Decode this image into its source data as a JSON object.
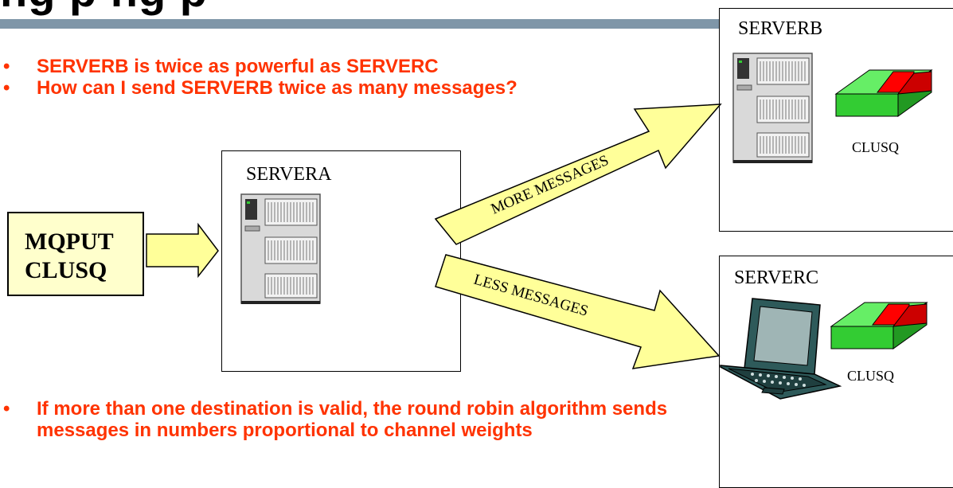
{
  "slide": {
    "title_fragment": "ng  p          ng  p",
    "bullets_top": [
      "SERVERB is twice as powerful as SERVERC",
      "How can I send SERVERB twice as many messages?"
    ],
    "bullet_bottom": "If more than one destination is valid, the round robin algorithm sends messages in numbers proportional to channel weights",
    "bullet_glyph": "•"
  },
  "diagram": {
    "mqput_line1": "MQPUT",
    "mqput_line2": "CLUSQ",
    "servera_label": "SERVERA",
    "serverb_label": "SERVERB",
    "serverc_label": "SERVERC",
    "queue_b_label": "CLUSQ",
    "queue_c_label": "CLUSQ",
    "arrow_more_label": "MORE MESSAGES",
    "arrow_less_label": "LESS MESSAGES"
  },
  "colors": {
    "bullet_text": "#ff3300",
    "arrow_fill": "#ffff99",
    "queue_green": "#33cc33",
    "queue_red": "#ff0000",
    "title_bar": "#7f96a8"
  }
}
